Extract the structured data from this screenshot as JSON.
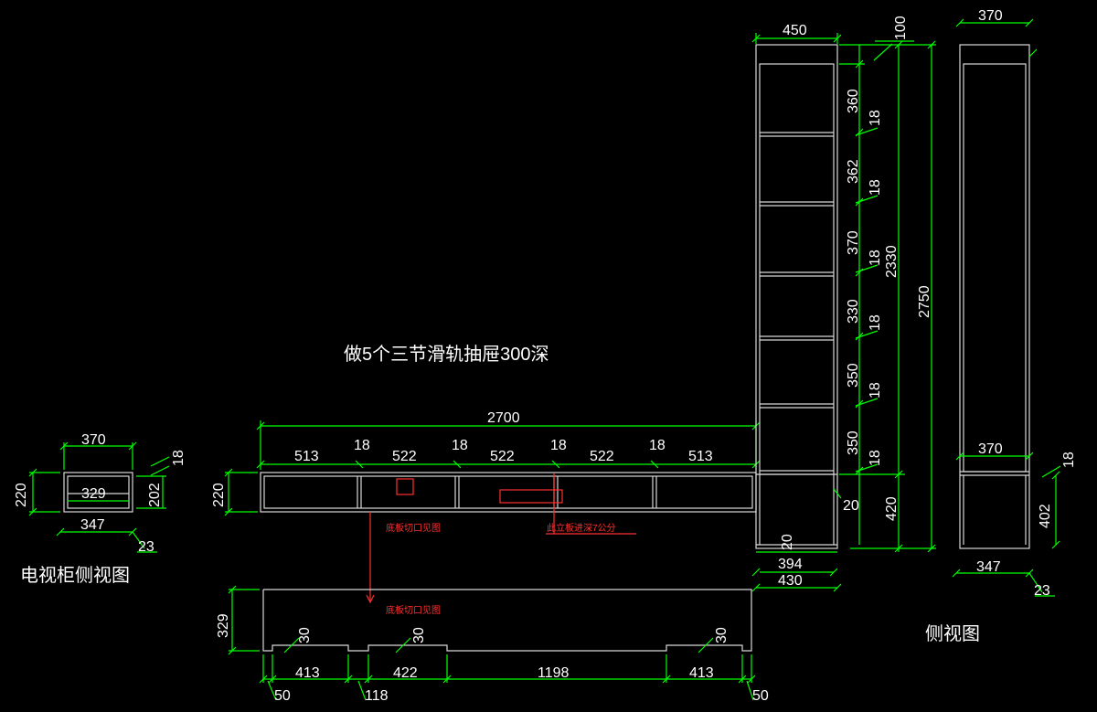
{
  "labels": {
    "drawer_note": "做5个三节滑轨抽屉300深",
    "tv_side_view": "电视柜侧视图",
    "side_view": "侧视图",
    "cutout_note_1": "底板切口见图",
    "cutout_note_2": "底板切口见图",
    "board_note": "此立板进深7公分"
  },
  "dims": {
    "tv_width_total": "2700",
    "tv_bays": [
      "513",
      "522",
      "522",
      "522",
      "513"
    ],
    "tv_partitions": [
      "18",
      "18",
      "18",
      "18"
    ],
    "tv_height": "220",
    "small_top": "370",
    "small_inner": "329",
    "small_bottom": "347",
    "small_left": "220",
    "small_right": "202",
    "small_thick": "18",
    "small_corner": "23",
    "bottom_depth": "329",
    "notch_depths": [
      "30",
      "30",
      "30"
    ],
    "bottom_widths": [
      "413",
      "422",
      "1198",
      "413"
    ],
    "bottom_ends": [
      "50",
      "118",
      "50"
    ],
    "tower_width": "450",
    "tower_top": "100",
    "tower_shelves": [
      "360",
      "362",
      "370",
      "330",
      "350",
      "350"
    ],
    "tower_thick": [
      "18",
      "18",
      "18",
      "18",
      "18",
      "18"
    ],
    "tower_body": "2330",
    "tower_total": "2750",
    "tower_base": "420",
    "tower_20a": "20",
    "tower_20b": "20",
    "tower_394": "394",
    "tower_430": "430",
    "side_top": "370",
    "side_mid": "370",
    "side_thick": "18",
    "side_402": "402",
    "side_bottom": "347",
    "side_corner": "23"
  },
  "colors": {
    "background": "#000000",
    "dimension": "#00ff00",
    "outline": "#d8d8d8",
    "annotation": "#ff3030",
    "text": "#ffffff"
  }
}
